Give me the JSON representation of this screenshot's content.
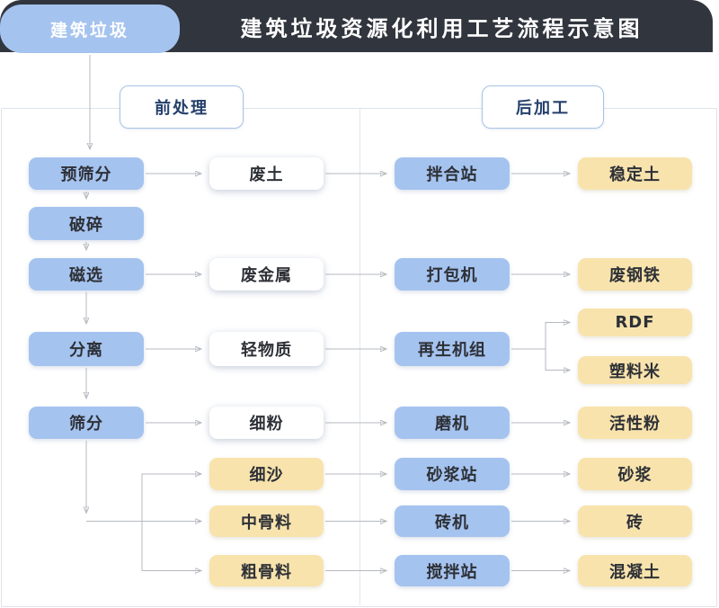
{
  "header": {
    "title": "建筑垃圾资源化利用工艺流程示意图"
  },
  "tab": {
    "label": "建筑垃圾"
  },
  "sections": [
    {
      "id": "pre",
      "label": "前处理"
    },
    {
      "id": "post",
      "label": "后加工"
    }
  ],
  "colors": {
    "header_bg": "#31353e",
    "header_text": "#ffffff",
    "process_blue": "#a5c3ef",
    "output_yellow": "#f8e3ad",
    "node_text": "#2d3036",
    "arrow_gray": "#b5b9c0",
    "panel_border": "#dfe3eb",
    "label_border": "#a8c3ea",
    "label_text": "#24406b"
  },
  "nodes": [
    {
      "id": "yushaifen",
      "label": "预筛分",
      "kind": "blue"
    },
    {
      "id": "posui",
      "label": "破碎",
      "kind": "blue"
    },
    {
      "id": "cixuan",
      "label": "磁选",
      "kind": "blue"
    },
    {
      "id": "fenli",
      "label": "分离",
      "kind": "blue"
    },
    {
      "id": "shaifen",
      "label": "筛分",
      "kind": "blue"
    },
    {
      "id": "feitu",
      "label": "废土",
      "kind": "white"
    },
    {
      "id": "feijinshu",
      "label": "废金属",
      "kind": "white"
    },
    {
      "id": "qingwuzhi",
      "label": "轻物质",
      "kind": "white"
    },
    {
      "id": "xifen",
      "label": "细粉",
      "kind": "white"
    },
    {
      "id": "xisha",
      "label": "细沙",
      "kind": "yellow"
    },
    {
      "id": "zhongguliao",
      "label": "中骨料",
      "kind": "yellow"
    },
    {
      "id": "cuguliao",
      "label": "粗骨料",
      "kind": "yellow"
    },
    {
      "id": "banhezhan",
      "label": "拌合站",
      "kind": "blue"
    },
    {
      "id": "dabaoji",
      "label": "打包机",
      "kind": "blue"
    },
    {
      "id": "zaishengjizu",
      "label": "再生机组",
      "kind": "blue"
    },
    {
      "id": "moji",
      "label": "磨机",
      "kind": "blue"
    },
    {
      "id": "shajiangzhan",
      "label": "砂浆站",
      "kind": "blue"
    },
    {
      "id": "zhuanji",
      "label": "砖机",
      "kind": "blue"
    },
    {
      "id": "jiaobanzhan",
      "label": "搅拌站",
      "kind": "blue"
    },
    {
      "id": "wendingtu",
      "label": "稳定土",
      "kind": "yellow"
    },
    {
      "id": "feigangtie",
      "label": "废钢铁",
      "kind": "yellow"
    },
    {
      "id": "rdf",
      "label": "RDF",
      "kind": "yellow"
    },
    {
      "id": "suliaomi",
      "label": "塑料米",
      "kind": "yellow"
    },
    {
      "id": "huoxingfen",
      "label": "活性粉",
      "kind": "yellow"
    },
    {
      "id": "shajiang",
      "label": "砂浆",
      "kind": "yellow"
    },
    {
      "id": "zhuan",
      "label": "砖",
      "kind": "yellow"
    },
    {
      "id": "hunningtu",
      "label": "混凝土",
      "kind": "yellow"
    }
  ],
  "edges": [
    {
      "from": "tab",
      "to": "yushaifen",
      "type": "v"
    },
    {
      "from": "yushaifen",
      "to": "posui",
      "type": "v"
    },
    {
      "from": "posui",
      "to": "cixuan",
      "type": "v"
    },
    {
      "from": "cixuan",
      "to": "fenli",
      "type": "v"
    },
    {
      "from": "fenli",
      "to": "shaifen",
      "type": "v"
    },
    {
      "from": "yushaifen",
      "to": "feitu",
      "type": "h"
    },
    {
      "from": "feitu",
      "to": "banhezhan",
      "type": "h"
    },
    {
      "from": "banhezhan",
      "to": "wendingtu",
      "type": "h"
    },
    {
      "from": "cixuan",
      "to": "feijinshu",
      "type": "h"
    },
    {
      "from": "feijinshu",
      "to": "dabaoji",
      "type": "h"
    },
    {
      "from": "dabaoji",
      "to": "feigangtie",
      "type": "h"
    },
    {
      "from": "fenli",
      "to": "qingwuzhi",
      "type": "h"
    },
    {
      "from": "qingwuzhi",
      "to": "zaishengjizu",
      "type": "h"
    },
    {
      "from": "zaishengjizu",
      "to": "rdf",
      "type": "fork"
    },
    {
      "from": "zaishengjizu",
      "to": "suliaomi",
      "type": "fork"
    },
    {
      "from": "shaifen",
      "to": "xifen",
      "type": "h"
    },
    {
      "from": "xifen",
      "to": "moji",
      "type": "h"
    },
    {
      "from": "moji",
      "to": "huoxingfen",
      "type": "h"
    },
    {
      "from": "shaifen",
      "to": "zhongguliao",
      "type": "elbow"
    },
    {
      "from": "shaifen",
      "to": "xisha",
      "type": "branch"
    },
    {
      "from": "shaifen",
      "to": "cuguliao",
      "type": "branch"
    },
    {
      "from": "xisha",
      "to": "shajiangzhan",
      "type": "h"
    },
    {
      "from": "shajiangzhan",
      "to": "shajiang",
      "type": "h"
    },
    {
      "from": "zhongguliao",
      "to": "zhuanji",
      "type": "h"
    },
    {
      "from": "zhuanji",
      "to": "zhuan",
      "type": "h"
    },
    {
      "from": "cuguliao",
      "to": "jiaobanzhan",
      "type": "h"
    },
    {
      "from": "jiaobanzhan",
      "to": "hunningtu",
      "type": "h"
    }
  ]
}
